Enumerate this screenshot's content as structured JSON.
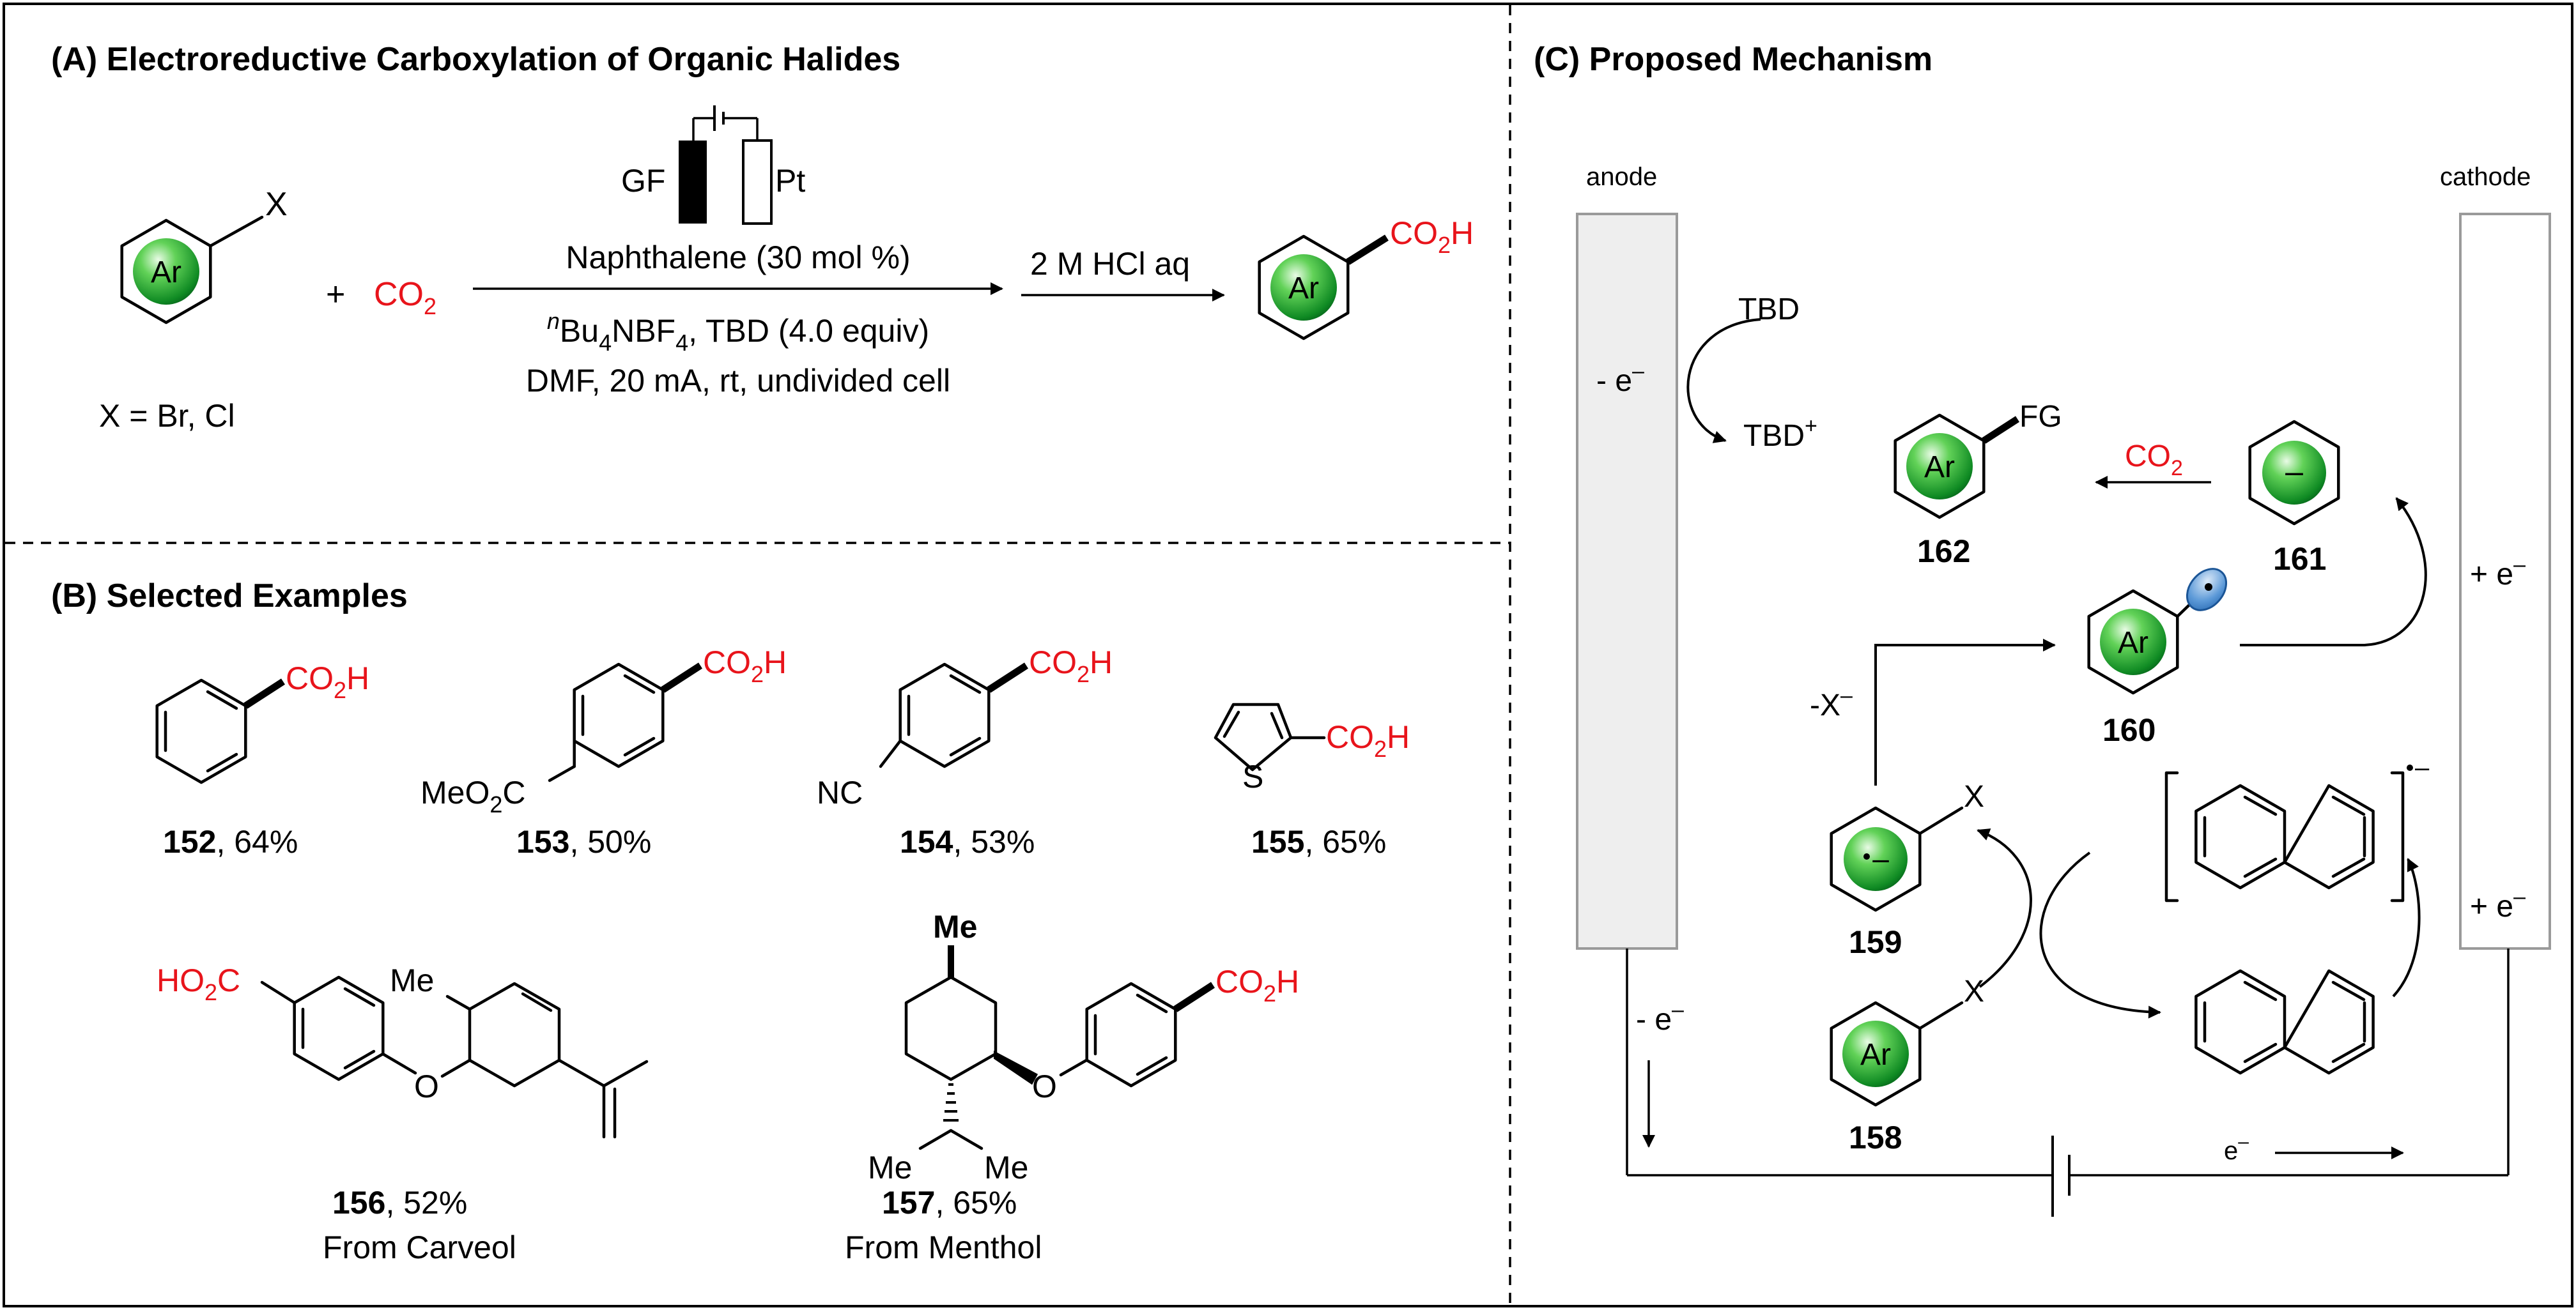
{
  "panel_a": {
    "title": "(A) Electroreductive Carboxylation of Organic Halides",
    "aryl_label": "Ar",
    "halide_label": "X",
    "plus": "+",
    "co2": "CO",
    "co2_sub": "2",
    "x_def": "X = Br, Cl",
    "electrode_left": "GF",
    "electrode_right": "Pt",
    "cond_top": "Naphthalene (30 mol %)",
    "cond_bottom_1_sup": "n",
    "cond_bottom_1_a": "Bu",
    "cond_bottom_1_sub": "4",
    "cond_bottom_1_b": "NBF",
    "cond_bottom_1_sub2": "4",
    "cond_bottom_1_c": ", TBD (4.0 equiv)",
    "cond_bottom_2": "DMF, 20 mA, rt, undivided cell",
    "step2": "2 M HCl aq",
    "product_group": "CO",
    "product_sub": "2",
    "product_h": "H"
  },
  "panel_b": {
    "title": "(B) Selected Examples",
    "co2h": "CO",
    "co2h_sub": "2",
    "co2h_h": "H",
    "ho2c_a": "HO",
    "ho2c_sub": "2",
    "ho2c_b": "C",
    "meo2c_a": "MeO",
    "meo2c_sub": "2",
    "meo2c_b": "C",
    "nc": "NC",
    "s": "S",
    "o": "O",
    "me": "Me",
    "items": [
      {
        "id": "152",
        "yield": ", 64%"
      },
      {
        "id": "153",
        "yield": ", 50%"
      },
      {
        "id": "154",
        "yield": ", 53%"
      },
      {
        "id": "155",
        "yield": ", 65%"
      },
      {
        "id": "156",
        "yield": ", 52%",
        "note": "From Carveol"
      },
      {
        "id": "157",
        "yield": ", 65%",
        "note": "From Menthol"
      }
    ]
  },
  "panel_c": {
    "title": "(C) Proposed Mechanism",
    "anode": "anode",
    "cathode": "cathode",
    "minus_e": "- e",
    "plus_e": "+ e",
    "e": "e",
    "minus_sup": "–",
    "tbd": "TBD",
    "tbd_plus": "TBD",
    "plus_sup": "+",
    "fg": "FG",
    "co2": "CO",
    "co2_sub": "2",
    "minus_x": "-X",
    "x": "X",
    "ar": "Ar",
    "labels": {
      "c158": "158",
      "c159": "159",
      "c160": "160",
      "c161": "161",
      "c162": "162"
    }
  }
}
